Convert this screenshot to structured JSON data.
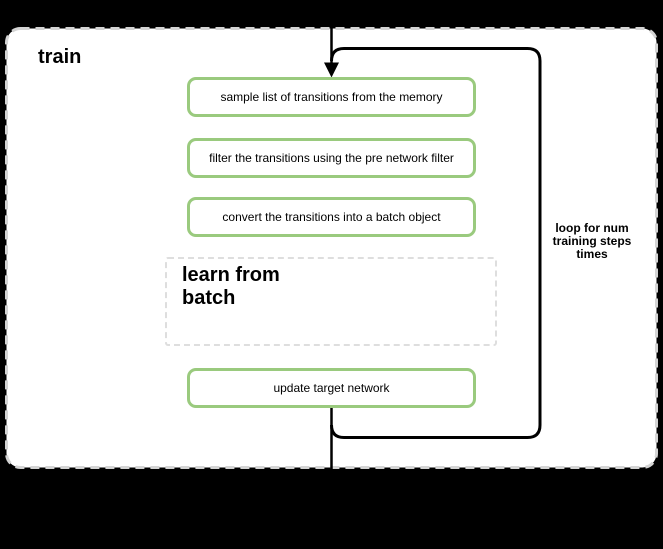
{
  "diagram": {
    "title": "train",
    "activities": [
      "sample list of transitions from the memory",
      "filter the transitions using the pre network filter",
      "convert the transitions into a batch object"
    ],
    "sub_activity": {
      "lines": [
        "learn from",
        "batch"
      ]
    },
    "final_activity": "update target network",
    "loop_note": {
      "lines": [
        "loop for num",
        "training steps",
        "times"
      ]
    },
    "icons": {
      "flow_arrowhead": "filled-down-triangle"
    },
    "colors": {
      "background": "#000000",
      "frame_fill": "#ffffff",
      "frame_border": "#d4d4d4",
      "activity_border": "#9aca7e",
      "sub_activity_border": "#dedede",
      "flow": "#000000"
    }
  }
}
